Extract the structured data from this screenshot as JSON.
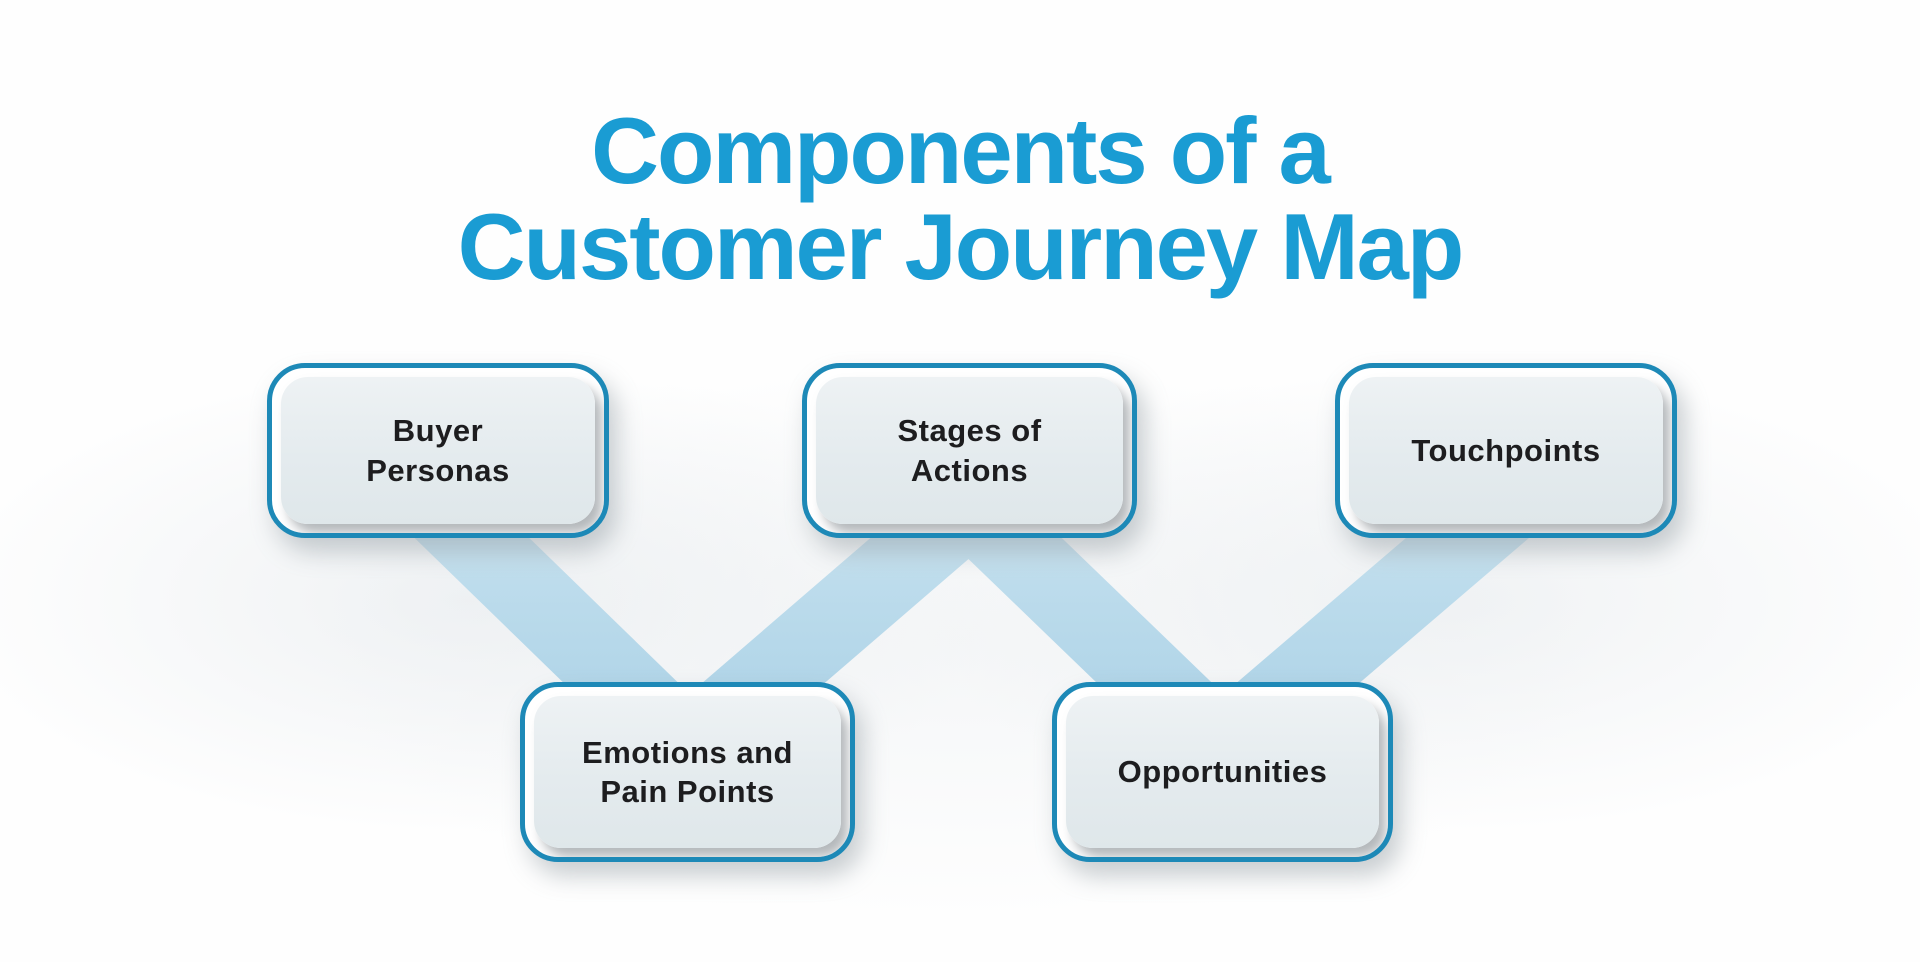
{
  "page": {
    "title": "Components of a\nCustomer Journey Map"
  },
  "nodes": [
    {
      "id": "buyer-personas",
      "label": "Buyer\nPersonas",
      "row": "top"
    },
    {
      "id": "stages-of-actions",
      "label": "Stages of\nActions",
      "row": "top"
    },
    {
      "id": "touchpoints",
      "label": "Touchpoints",
      "row": "top"
    },
    {
      "id": "emotions-and-pain-points",
      "label": "Emotions and\nPain Points",
      "row": "bottom"
    },
    {
      "id": "opportunities",
      "label": "Opportunities",
      "row": "bottom"
    }
  ],
  "connections": [
    {
      "from": "buyer-personas",
      "to": "emotions-and-pain-points"
    },
    {
      "from": "stages-of-actions",
      "to": "emotions-and-pain-points"
    },
    {
      "from": "stages-of-actions",
      "to": "opportunities"
    },
    {
      "from": "touchpoints",
      "to": "opportunities"
    }
  ],
  "colors": {
    "title_text": "#1a9cd3",
    "node_border": "#1d89b7",
    "node_fill": "#e6ecef",
    "node_gap": "#ffffff",
    "node_text": "#1d1d1f",
    "connector_light": "#d9eaf3",
    "connector_dark": "#a8d0e5",
    "background": "#fefefe"
  }
}
